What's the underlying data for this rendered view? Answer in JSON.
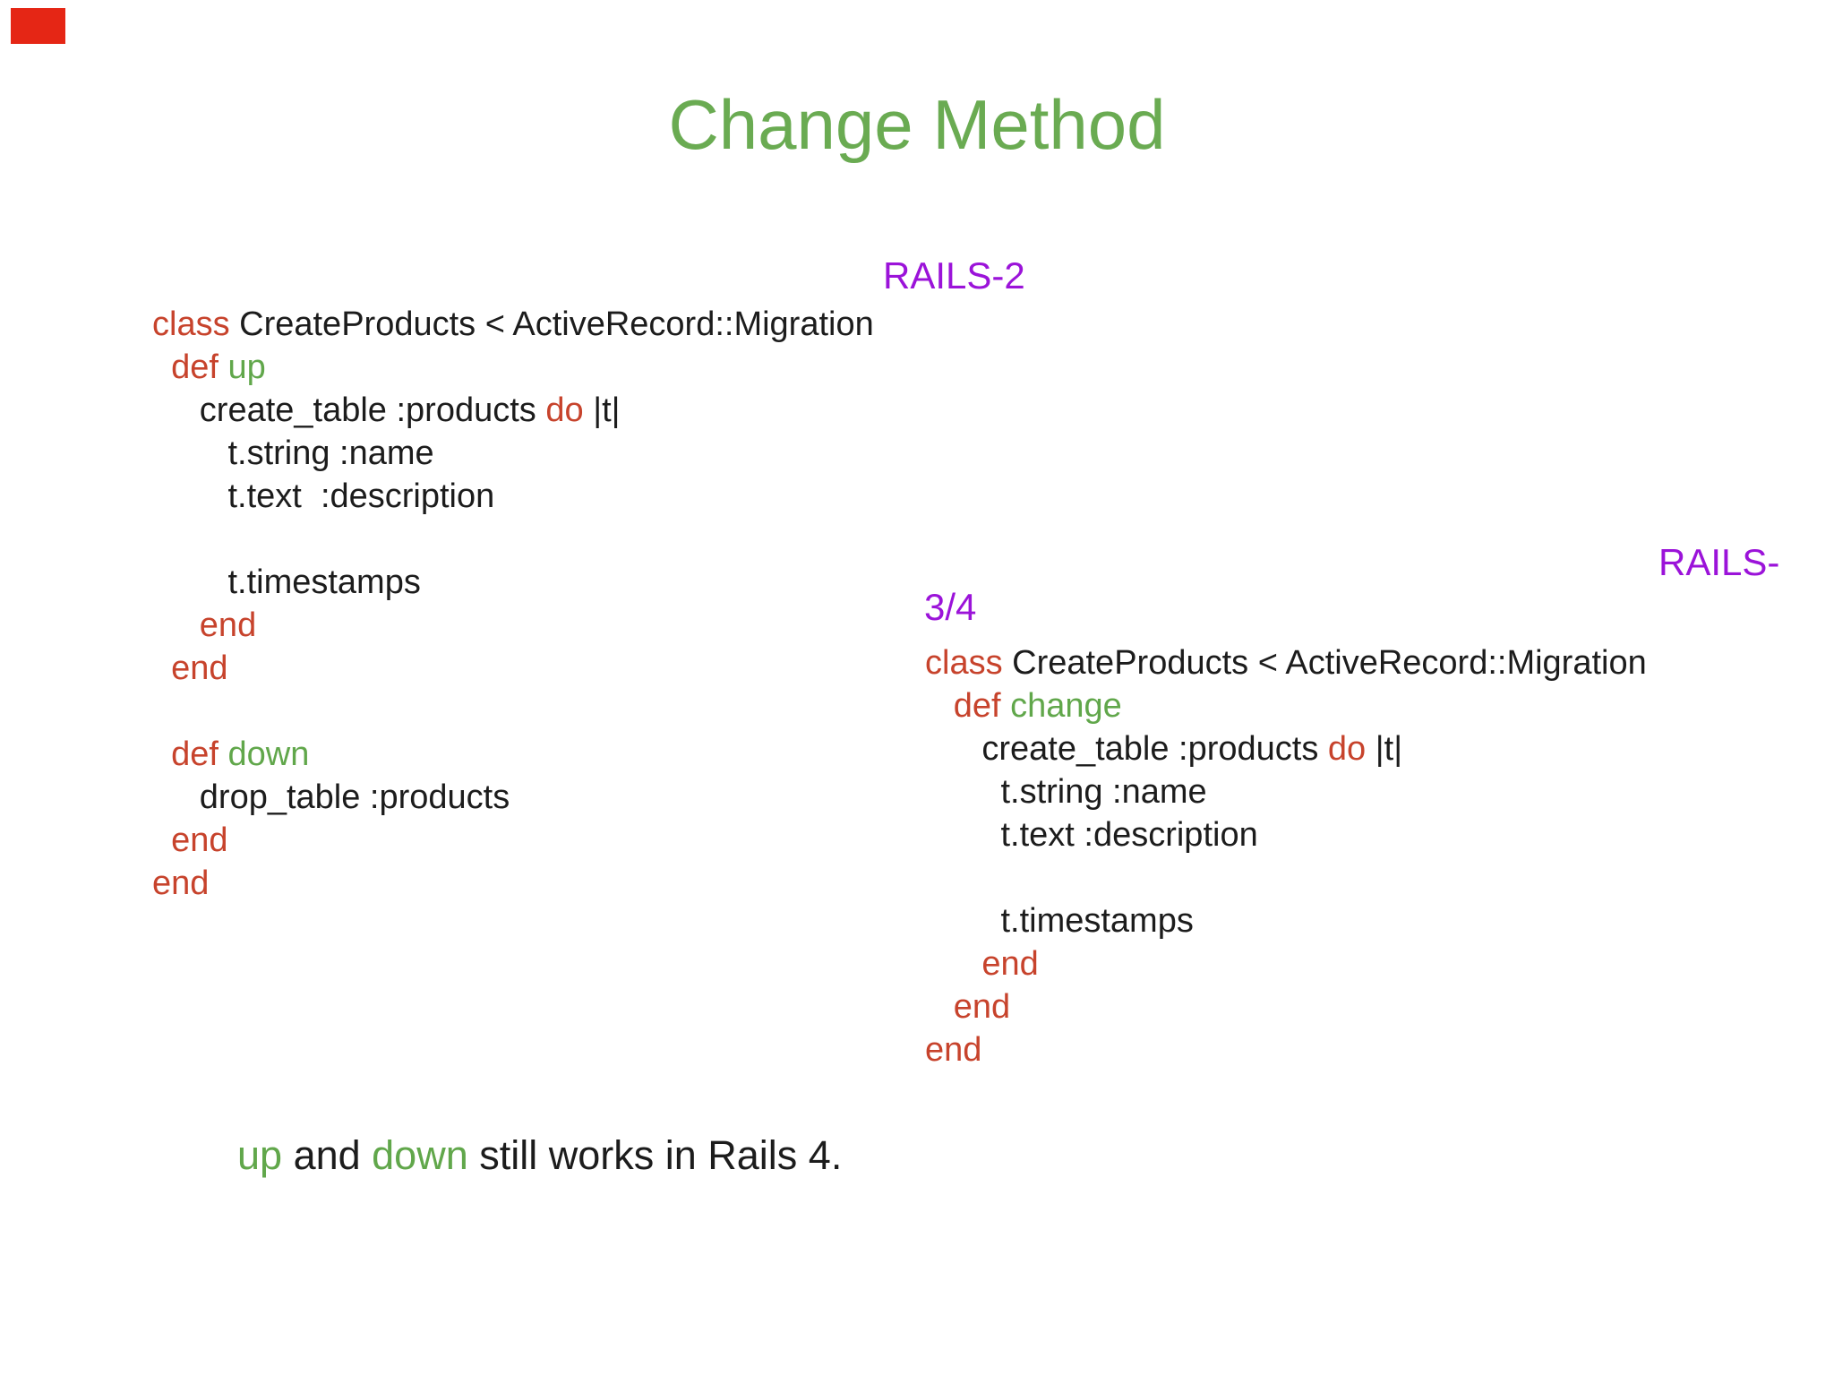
{
  "slide": {
    "title": "Change Method",
    "labels": {
      "rails2": "RAILS-2",
      "rails34_line1": "RAILS-",
      "rails34_line2": "3/4"
    },
    "colors": {
      "title_green": "#6aab52",
      "keyword_red": "#c7432c",
      "method_green": "#61a74b",
      "label_purple": "#9b13d9",
      "body_text": "#1c1c1c",
      "corner_marker_red": "#e52615",
      "background": "#ffffff"
    },
    "code_left": {
      "lines": [
        [
          [
            "class",
            "red"
          ],
          [
            " CreateProducts < ActiveRecord::Migration",
            "black"
          ]
        ],
        [
          [
            "  ",
            "black"
          ],
          [
            "def",
            "red"
          ],
          [
            " ",
            "black"
          ],
          [
            "up",
            "green"
          ]
        ],
        [
          [
            "     create_table :products ",
            "black"
          ],
          [
            "do",
            "red"
          ],
          [
            " |t|",
            "black"
          ]
        ],
        [
          [
            "        t.string :name",
            "black"
          ]
        ],
        [
          [
            "        t.text  :description",
            "black"
          ]
        ],
        [
          [
            "",
            "black"
          ]
        ],
        [
          [
            "        t.timestamps",
            "black"
          ]
        ],
        [
          [
            "     ",
            "black"
          ],
          [
            "end",
            "red"
          ]
        ],
        [
          [
            "  ",
            "black"
          ],
          [
            "end",
            "red"
          ]
        ],
        [
          [
            "",
            "black"
          ]
        ],
        [
          [
            "  ",
            "black"
          ],
          [
            "def",
            "red"
          ],
          [
            " ",
            "black"
          ],
          [
            "down",
            "green"
          ]
        ],
        [
          [
            "     drop_table :products",
            "black"
          ]
        ],
        [
          [
            "  ",
            "black"
          ],
          [
            "end",
            "red"
          ]
        ],
        [
          [
            "end",
            "red"
          ]
        ]
      ]
    },
    "code_right": {
      "lines": [
        [
          [
            "class",
            "red"
          ],
          [
            " CreateProducts < ActiveRecord::Migration",
            "black"
          ]
        ],
        [
          [
            "   ",
            "black"
          ],
          [
            "def",
            "red"
          ],
          [
            " ",
            "black"
          ],
          [
            "change",
            "green"
          ]
        ],
        [
          [
            "      create_table :products ",
            "black"
          ],
          [
            "do",
            "red"
          ],
          [
            " |t|",
            "black"
          ]
        ],
        [
          [
            "        t.string :name",
            "black"
          ]
        ],
        [
          [
            "        t.text :description",
            "black"
          ]
        ],
        [
          [
            "",
            "black"
          ]
        ],
        [
          [
            "        t.timestamps",
            "black"
          ]
        ],
        [
          [
            "      ",
            "black"
          ],
          [
            "end",
            "red"
          ]
        ],
        [
          [
            "   ",
            "black"
          ],
          [
            "end",
            "red"
          ]
        ],
        [
          [
            "end",
            "red"
          ]
        ]
      ]
    },
    "footer_segments": [
      [
        "up",
        "green"
      ],
      [
        " and ",
        "black"
      ],
      [
        "down",
        "green"
      ],
      [
        " still works in Rails 4.",
        "black"
      ]
    ]
  }
}
